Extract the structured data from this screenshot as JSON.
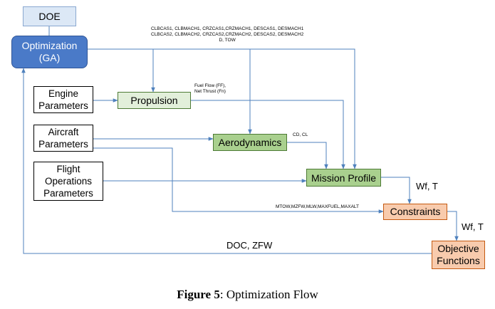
{
  "nodes": {
    "doe": "DOE",
    "optimization": "Optimization\n(GA)",
    "engine_parameters": "Engine\nParameters",
    "aircraft_parameters": "Aircraft\nParameters",
    "flight_operations_parameters": "Flight\nOperations\nParameters",
    "propulsion": "Propulsion",
    "aerodynamics": "Aerodynamics",
    "mission_profile": "Mission Profile",
    "constraints": "Constraints",
    "objective_functions": "Objective\nFunctions"
  },
  "edge_labels": {
    "design_vars_line1": "CLBCAS1, CLBMACH1, CRZCAS1,CRZMACH1, DESCAS1, DESMACH1",
    "design_vars_line2": "CLBCAS2, CLBMACH2, CRZCAS2,CRZMACH2, DESCAS2, DESMACH2",
    "design_vars_line3": "D, TOW",
    "propulsion_out_line1": "Fuel Flow (FF),",
    "propulsion_out_line2": "Net Thrust (Fn)",
    "aero_out": "CD, CL",
    "mission_out": "Wf, T",
    "constraint_vars": "MTOW,MZFW,MLW,MAXFUEL,MAXALT",
    "constraints_out": "Wf, T",
    "feedback": "DOC, ZFW"
  },
  "caption": {
    "label": "Figure 5",
    "text": ": Optimization Flow"
  },
  "colors": {
    "arrow": "#4f81bd",
    "optimization_fill": "#4a7ac8",
    "green_light": "#e2efda",
    "green": "#a9d08e",
    "orange": "#f8cbad"
  }
}
